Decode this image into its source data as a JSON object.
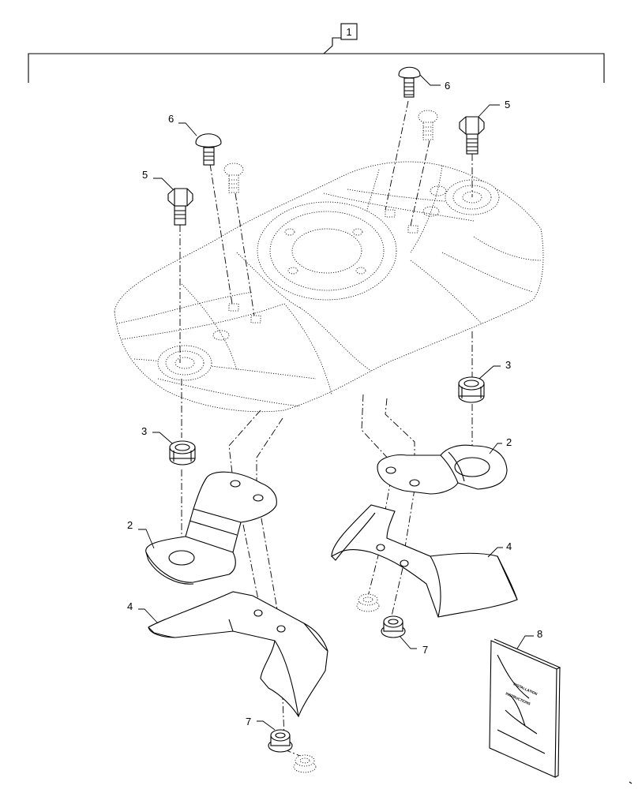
{
  "assembly": {
    "label": "1"
  },
  "callouts": [
    {
      "id": "c6-top-right",
      "label": "6"
    },
    {
      "id": "c6-top-left",
      "label": "6"
    },
    {
      "id": "c5-right",
      "label": "5"
    },
    {
      "id": "c5-left",
      "label": "5"
    },
    {
      "id": "c3-right",
      "label": "3"
    },
    {
      "id": "c3-left",
      "label": "3"
    },
    {
      "id": "c2-right",
      "label": "2"
    },
    {
      "id": "c2-left",
      "label": "2"
    },
    {
      "id": "c4-right",
      "label": "4"
    },
    {
      "id": "c4-left",
      "label": "4"
    },
    {
      "id": "c7-right",
      "label": "7"
    },
    {
      "id": "c7-left",
      "label": "7"
    },
    {
      "id": "c8",
      "label": "8"
    }
  ]
}
